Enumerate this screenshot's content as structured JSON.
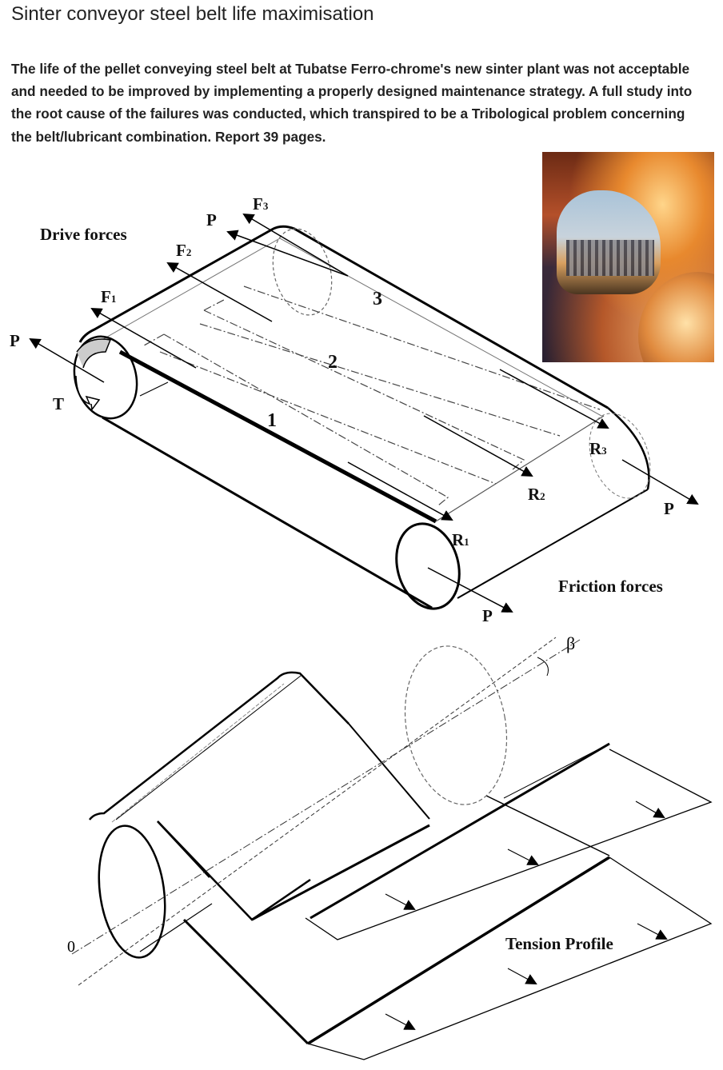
{
  "title": "Sinter conveyor steel belt life maximisation",
  "description": "The life of the pellet conveying steel belt at Tubatse Ferro-chrome's new sinter plant was not acceptable and needed to be improved by implementing a properly designed maintenance strategy.  A full study into the root cause of the failures was conducted, which transpired to be a Tribological problem concerning the belt/lubricant combination. Report 39 pages.",
  "photo": {
    "subject": "refinery-photo"
  },
  "diagram1": {
    "drive_forces": "Drive forces",
    "friction_forces": "Friction forces",
    "P": "P",
    "T": "T",
    "F": "F",
    "R": "R",
    "sub1": "1",
    "sub2": "2",
    "sub3": "3",
    "zone1": "1",
    "zone2": "2",
    "zone3": "3"
  },
  "diagram2": {
    "tension_profile": "Tension Profile",
    "beta": "β",
    "origin": "0"
  }
}
